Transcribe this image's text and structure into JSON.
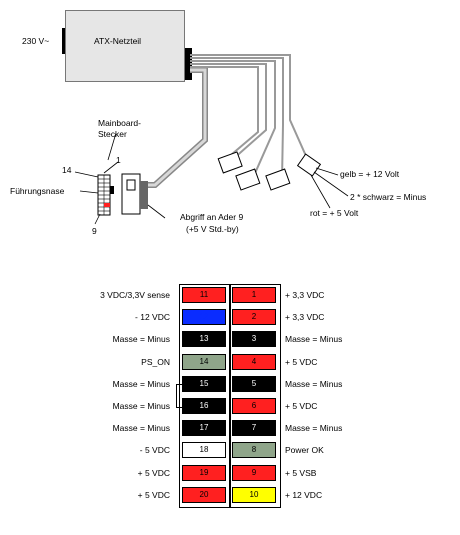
{
  "diagram": {
    "psu_title": "ATX-Netzteil",
    "mains_label": "230 V~",
    "mainboard_label_1": "Mainboard-",
    "mainboard_label_2": "Stecker",
    "pin14_label": "14",
    "pin1_label": "1",
    "pin9_label": "9",
    "guide_label": "Führungsnase",
    "tap_label_1": "Abgriff an Ader 9",
    "tap_label_2": "(+5 V Std.-by)",
    "yellow_label": "gelb = + 12 Volt",
    "black_label": "2 * schwarz = Minus",
    "red_label": "rot = + 5 Volt"
  },
  "colors": {
    "red": "#ff2020",
    "blue": "#0a2cff",
    "black": "#000000",
    "gray_green": "#8fa58a",
    "white": "#ffffff",
    "yellow": "#ffff00"
  },
  "pinout": {
    "rows": [
      {
        "left_label": "3 VDC/3,3V sense",
        "left_pin": "11",
        "left_color": "red",
        "right_pin": "1",
        "right_color": "red",
        "right_label": "+ 3,3 VDC"
      },
      {
        "left_label": "- 12 VDC",
        "left_pin": "12",
        "left_color": "blue",
        "right_pin": "2",
        "right_color": "red",
        "right_label": "+ 3,3 VDC"
      },
      {
        "left_label": "Masse = Minus",
        "left_pin": "13",
        "left_color": "black",
        "right_pin": "3",
        "right_color": "black",
        "right_label": "Masse = Minus"
      },
      {
        "left_label": "PS_ON",
        "left_pin": "14",
        "left_color": "gray_green",
        "right_pin": "4",
        "right_color": "red",
        "right_label": "+ 5 VDC"
      },
      {
        "left_label": "Masse = Minus",
        "left_pin": "15",
        "left_color": "black",
        "right_pin": "5",
        "right_color": "black",
        "right_label": "Masse = Minus"
      },
      {
        "left_label": "Masse = Minus",
        "left_pin": "16",
        "left_color": "black",
        "right_pin": "6",
        "right_color": "red",
        "right_label": "+ 5 VDC"
      },
      {
        "left_label": "Masse = Minus",
        "left_pin": "17",
        "left_color": "black",
        "right_pin": "7",
        "right_color": "black",
        "right_label": "Masse = Minus"
      },
      {
        "left_label": "- 5 VDC",
        "left_pin": "18",
        "left_color": "white",
        "right_pin": "8",
        "right_color": "gray_green",
        "right_label": "Power OK"
      },
      {
        "left_label": "+ 5 VDC",
        "left_pin": "19",
        "left_color": "red",
        "right_pin": "9",
        "right_color": "red",
        "right_label": "+ 5 VSB"
      },
      {
        "left_label": "+ 5 VDC",
        "left_pin": "20",
        "left_color": "red",
        "right_pin": "10",
        "right_color": "yellow",
        "right_label": "+ 12 VDC"
      }
    ]
  }
}
